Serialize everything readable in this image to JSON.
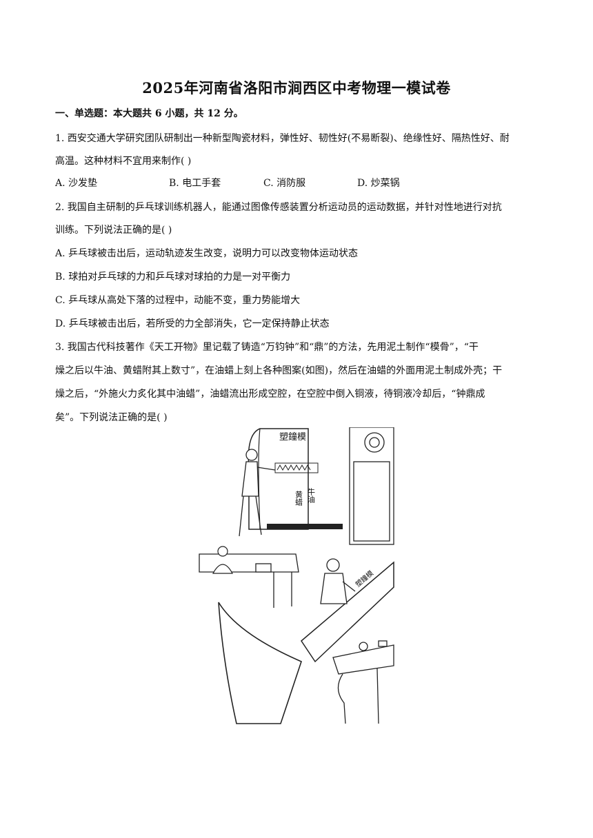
{
  "title": "2025年河南省洛阳市涧西区中考物理一模试卷",
  "section1": {
    "heading": "一、单选题：本大题共 6 小题，共 12 分。"
  },
  "q1": {
    "stem_line1": "1. 西安交通大学研究团队研制出一种新型陶瓷材料，弹性好、韧性好(不易断裂)、绝缘性好、隔热性好、耐",
    "stem_line2": "高温。这种材料不宜用来制作(    )",
    "options": [
      "A. 沙发垫",
      "B. 电工手套",
      "C. 消防服",
      "D. 炒菜锅"
    ]
  },
  "q2": {
    "stem_line1": "2. 我国自主研制的乒乓球训练机器人，能通过图像传感装置分析运动员的运动数据，并针对性地进行对抗",
    "stem_line2": "训练。下列说法正确的是(    )",
    "options": [
      "A. 乒乓球被击出后，运动轨迹发生改变，说明力可以改变物体运动状态",
      "B. 球拍对乒乓球的力和乒乓球对球拍的力是一对平衡力",
      "C. 乒乓球从高处下落的过程中，动能不变，重力势能增大",
      "D. 乒乓球被击出后，若所受的力全部消失，它一定保持静止状态"
    ]
  },
  "q3": {
    "stem_line1": "3. 我国古代科技著作《天工开物》里记载了铸造“万钧钟”和“鼎”的方法，先用泥土制作“模骨”，“干",
    "stem_line2": "燥之后以牛油、黄蜡附其上数寸”，在油蜡上刻上各种图案(如图)，然后在油蜡的外面用泥土制成外壳；干",
    "stem_line3": "燥之后，“外施火力炙化其中油蜡”，油蜡流出形成空腔，在空腔中倒入铜液，待铜液冷却后，“钟鼎成",
    "stem_line4": "矣”。下列说法正确的是(    )"
  },
  "figure": {
    "banner_text": "塑鐘模",
    "label_right": "牛油",
    "label_left": "黄蜡"
  }
}
